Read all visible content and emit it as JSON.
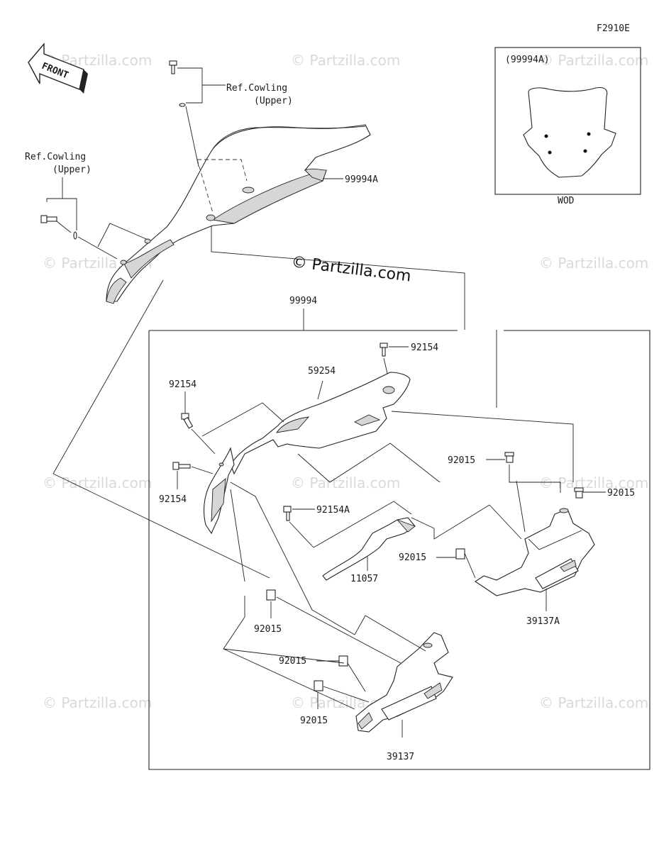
{
  "diagram": {
    "figure_code": "F2910E",
    "front_label": "FRONT",
    "ref_labels": [
      {
        "line1": "Ref.Cowling",
        "line2": "(Upper)"
      },
      {
        "line1": "Ref.Cowling",
        "line2": "(Upper)"
      }
    ],
    "inset": {
      "title": "(99994A)",
      "caption": "WOD"
    },
    "watermark_text": "© Partzilla.com",
    "center_watermark": "© Partzilla.com",
    "part_numbers": {
      "p99994A": "99994A",
      "p99994": "99994",
      "p92154_top": "92154",
      "p59254": "59254",
      "p92154_left_upper": "92154",
      "p92154_left_lower": "92154",
      "p92015_right_upper": "92015",
      "p92015_right_side": "92015",
      "p92154A": "92154A",
      "p11057": "11057",
      "p92015_mid": "92015",
      "p39137A": "39137A",
      "p92015_left_a": "92015",
      "p92015_left_b": "92015",
      "p92015_left_c": "92015",
      "p39137": "39137"
    }
  }
}
